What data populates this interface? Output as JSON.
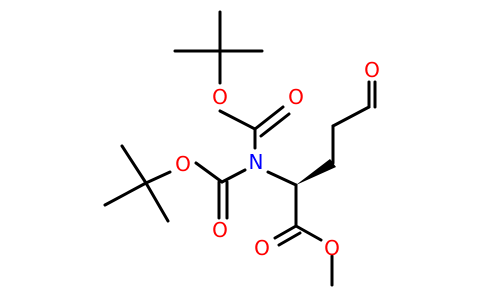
{
  "colors": {
    "bond": "#000000",
    "oxygen": "#ff0000",
    "nitrogen": "#0000ff",
    "background": "#ffffff"
  },
  "atoms": [
    {
      "symbol": "O",
      "element": "oxygen"
    },
    {
      "symbol": "O",
      "element": "oxygen"
    },
    {
      "symbol": "O",
      "element": "oxygen"
    },
    {
      "symbol": "N",
      "element": "nitrogen"
    },
    {
      "symbol": "O",
      "element": "oxygen"
    },
    {
      "symbol": "O",
      "element": "oxygen"
    },
    {
      "symbol": "O",
      "element": "oxygen"
    },
    {
      "symbol": "O",
      "element": "oxygen"
    }
  ]
}
